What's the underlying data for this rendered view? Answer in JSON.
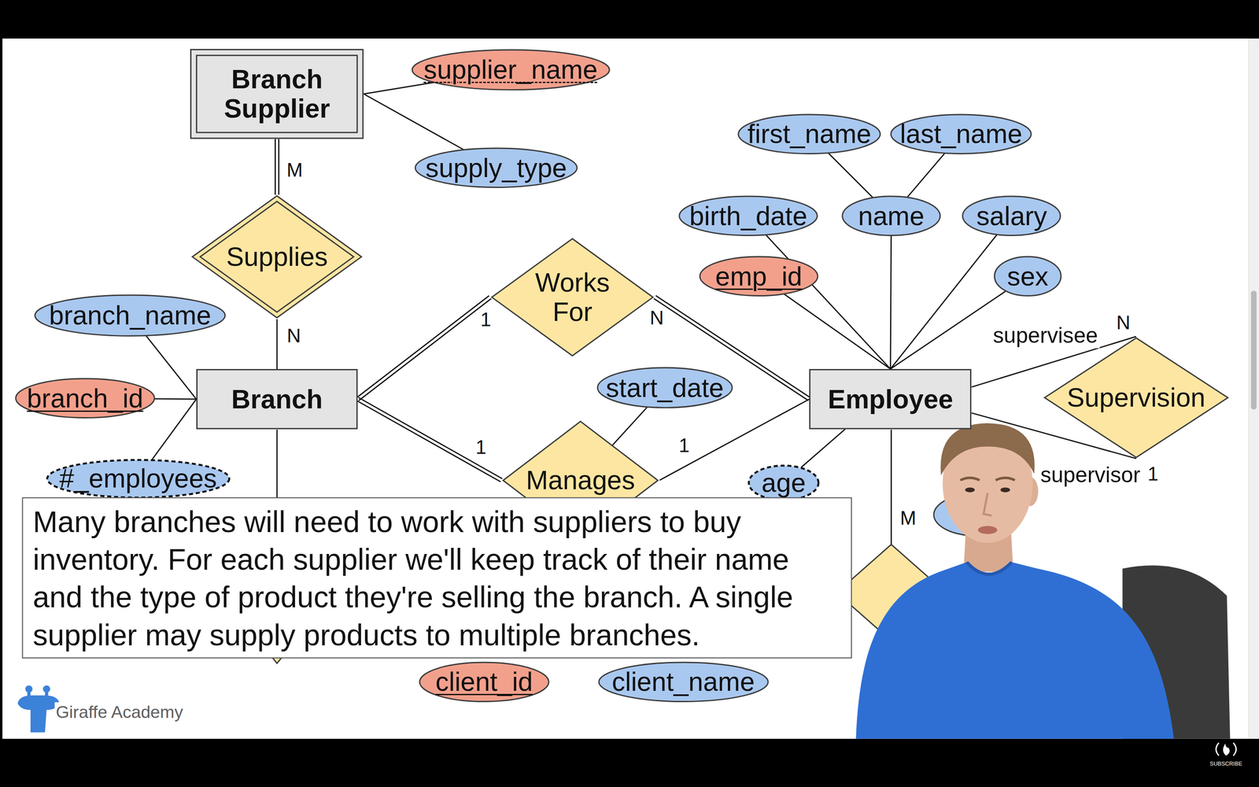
{
  "diagram": {
    "nodes": [
      {
        "text": [
          "Branch Supplier"
        ]
      },
      {
        "text": [
          "supplier_name"
        ]
      },
      {
        "text": [
          "supply_type"
        ]
      },
      {
        "text": [
          "Supplies"
        ]
      },
      {
        "text": [
          "branch_name"
        ]
      },
      {
        "text": [
          "Works For"
        ]
      },
      {
        "text": [
          "first_name"
        ]
      },
      {
        "text": [
          "last_name"
        ]
      },
      {
        "text": [
          "birth_date"
        ]
      },
      {
        "text": [
          "name"
        ]
      },
      {
        "text": [
          "salary"
        ]
      },
      {
        "text": [
          "emp_id"
        ]
      },
      {
        "text": [
          "sex"
        ]
      },
      {
        "text": [
          "branch_id"
        ]
      },
      {
        "text": [
          "Branch"
        ]
      },
      {
        "text": [
          "start_date"
        ]
      },
      {
        "text": [
          "Employee"
        ]
      },
      {
        "text": [
          "Supervision"
        ]
      },
      {
        "text": [
          "#_employees"
        ]
      },
      {
        "text": [
          "Manages"
        ]
      },
      {
        "text": [
          "age"
        ]
      },
      {
        "text": [
          "Many branches will need to work with suppliers to buy inventory. For each supplier we'll keep track of their name and the type of product they're selling the branch. A single supplier may supply products to multiple branches."
        ]
      },
      {
        "text": [
          "client_id"
        ]
      },
      {
        "text": [
          "client_name"
        ]
      }
    ],
    "edges": [
      {
        "from": 0,
        "to": 1,
        "arrow": "none"
      },
      {
        "from": 0,
        "to": 2,
        "arrow": "none"
      },
      {
        "from": 0,
        "to": 3,
        "label": "M",
        "arrow": "none"
      },
      {
        "from": 3,
        "to": 14,
        "label": "N",
        "arrow": "none"
      },
      {
        "from": 4,
        "to": 14,
        "arrow": "none"
      },
      {
        "from": 13,
        "to": 14,
        "arrow": "none"
      },
      {
        "from": 18,
        "to": 14,
        "arrow": "none"
      },
      {
        "from": 14,
        "to": 5,
        "label": "1",
        "arrow": "none"
      },
      {
        "from": 5,
        "to": 16,
        "label": "N",
        "arrow": "none"
      },
      {
        "from": 14,
        "to": 19,
        "label": "1",
        "arrow": "none"
      },
      {
        "from": 19,
        "to": 16,
        "label": "1",
        "arrow": "none"
      },
      {
        "from": 15,
        "to": 19,
        "arrow": "none"
      },
      {
        "from": 6,
        "to": 9,
        "arrow": "none"
      },
      {
        "from": 7,
        "to": 9,
        "arrow": "none"
      },
      {
        "from": 8,
        "to": 16,
        "arrow": "none"
      },
      {
        "from": 9,
        "to": 16,
        "arrow": "none"
      },
      {
        "from": 10,
        "to": 16,
        "arrow": "none"
      },
      {
        "from": 11,
        "to": 16,
        "arrow": "none"
      },
      {
        "from": 12,
        "to": 16,
        "arrow": "none"
      },
      {
        "from": 20,
        "to": 16,
        "arrow": "none"
      },
      {
        "from": 16,
        "to": 17,
        "label": "supervisee",
        "arrow": "none"
      },
      {
        "from": 16,
        "to": 17,
        "label": "supervisor",
        "arrow": "none"
      }
    ],
    "labels": [
      "N",
      "1",
      "M",
      "Giraffe Academy",
      "SUBSCRIBE"
    ]
  }
}
